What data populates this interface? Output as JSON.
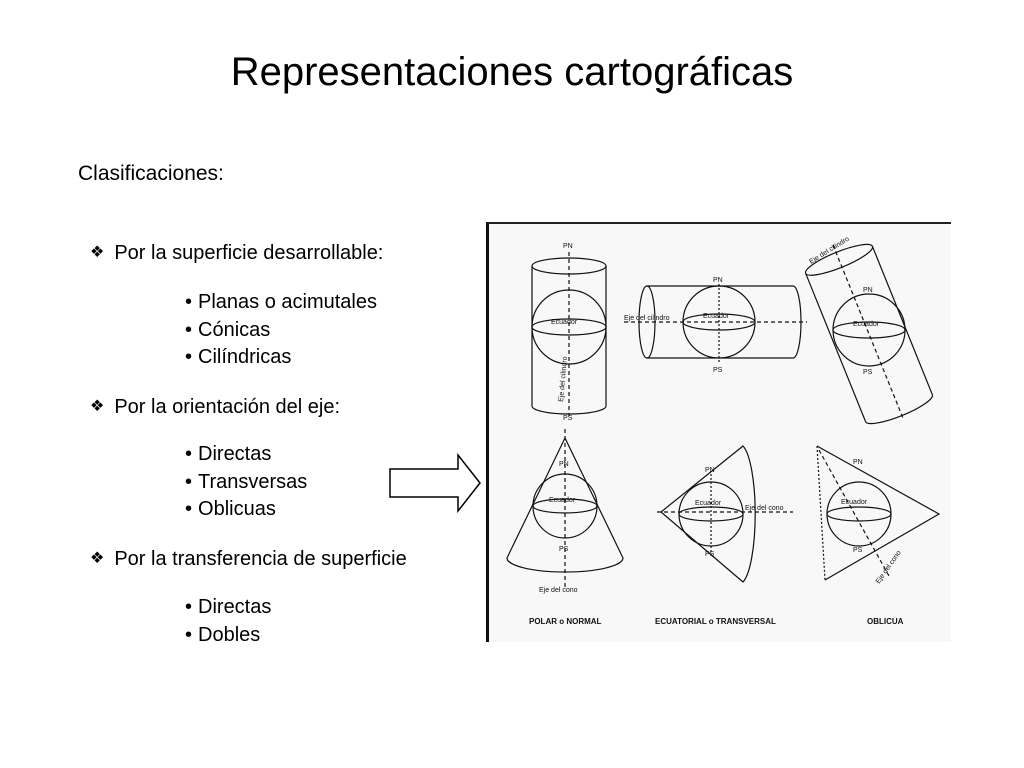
{
  "title": "Representaciones cartográficas",
  "subtitle": "Clasificaciones:",
  "categories": [
    {
      "label": "Por la superficie desarrollable:",
      "items": [
        "Planas o acimutales",
        "Cónicas",
        "Cilíndricas"
      ]
    },
    {
      "label": "Por la orientación del eje:",
      "items": [
        "Directas",
        "Transversas",
        "Oblicuas"
      ]
    },
    {
      "label": "Por la transferencia de superficie",
      "items": [
        "Directas",
        "Dobles"
      ]
    }
  ],
  "bullet_symbol": "•",
  "category_icon": "diamond-icon",
  "figure": {
    "labels": {
      "pn": "PN",
      "ps": "PS",
      "ecuador": "Ecuador",
      "eje_cilindro": "Eje del cilindro",
      "eje_cono": "Eje del cono"
    },
    "captions": {
      "polar": "POLAR o NORMAL",
      "ecuatorial": "ECUATORIAL o TRANSVERSAL",
      "oblicua": "OBLICUA"
    }
  }
}
